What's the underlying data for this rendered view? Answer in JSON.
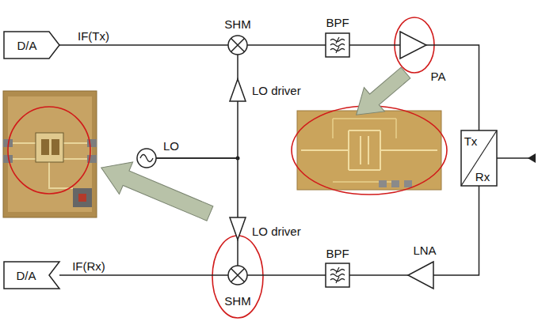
{
  "diagram": {
    "nodes": [
      {
        "text": [
          "D/A"
        ]
      },
      {
        "text": [
          "SHM"
        ]
      },
      {
        "text": [
          "BPF"
        ]
      },
      {
        "text": [
          "PA"
        ]
      },
      {
        "text": [
          "Tx",
          "Rx"
        ]
      },
      {
        "text": [
          "LO driver"
        ]
      },
      {
        "text": [
          "LO"
        ]
      },
      {
        "text": [
          "LO driver"
        ]
      },
      {
        "text": [
          "LNA"
        ]
      },
      {
        "text": [
          "BPF"
        ]
      },
      {
        "text": [
          "SHM"
        ]
      },
      {
        "text": [
          "D/A"
        ]
      }
    ],
    "edges": [
      {
        "from": 0,
        "to": 1,
        "arrow": "none",
        "label": "IF(Tx)"
      },
      {
        "from": 1,
        "to": 2,
        "arrow": "none"
      },
      {
        "from": 2,
        "to": 3,
        "arrow": "none"
      },
      {
        "from": 3,
        "to": 4,
        "arrow": "none"
      },
      {
        "from": 5,
        "to": 1,
        "arrow": "none"
      },
      {
        "from": 6,
        "to": 5,
        "arrow": "none"
      },
      {
        "from": 6,
        "to": 7,
        "arrow": "none"
      },
      {
        "from": 7,
        "to": 10,
        "arrow": "none"
      },
      {
        "from": 4,
        "to": 8,
        "arrow": "none"
      },
      {
        "from": 8,
        "to": 9,
        "arrow": "none"
      },
      {
        "from": 9,
        "to": 10,
        "arrow": "none"
      },
      {
        "from": 10,
        "to": 11,
        "arrow": "none",
        "label": "IF(Rx)"
      }
    ]
  }
}
